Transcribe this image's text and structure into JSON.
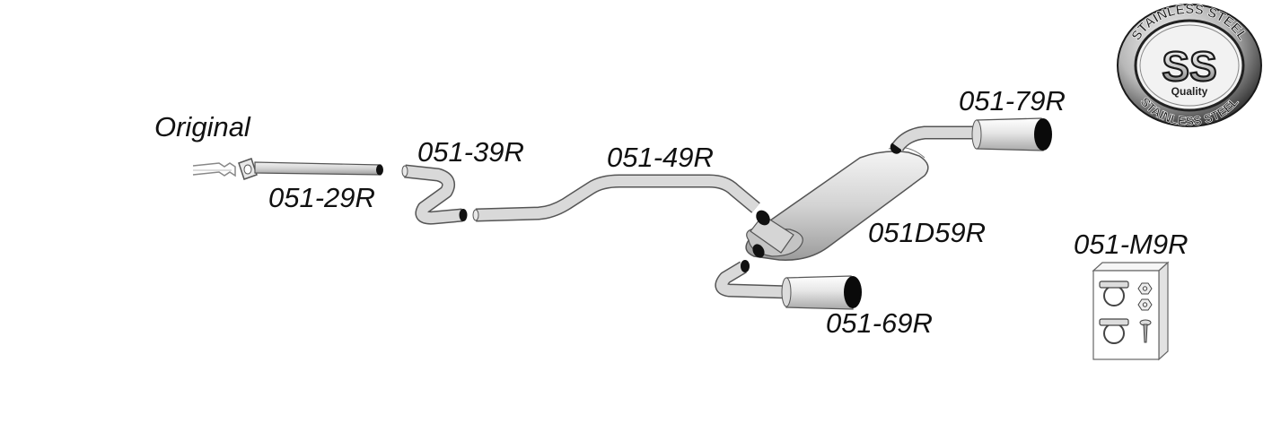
{
  "diagram": {
    "original_label": "Original",
    "parts": [
      {
        "id": "051-29R"
      },
      {
        "id": "051-39R"
      },
      {
        "id": "051-49R"
      },
      {
        "id": "051D59R"
      },
      {
        "id": "051-69R"
      },
      {
        "id": "051-79R"
      },
      {
        "id": "051-M9R"
      }
    ]
  },
  "logo": {
    "top_text": "STAINLESS STEEL",
    "center_text": "SS",
    "sub_text": "Quality",
    "bottom_text": "STAINLESS STEEL"
  },
  "colors": {
    "pipe": "#d8d8d8",
    "pipe_outline": "#555555",
    "pipe_end": "#111111",
    "text": "#111111"
  }
}
